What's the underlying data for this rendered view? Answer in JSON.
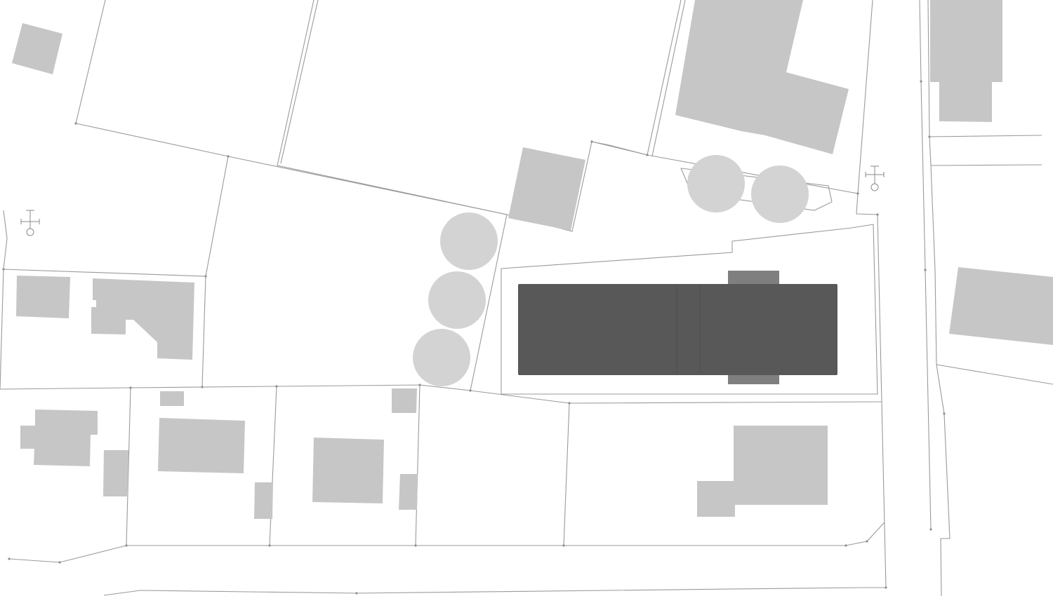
{
  "colors": {
    "background": "#ffffff",
    "parcel_line": "#9a9a9a",
    "neighbor_building": "#c6c6c6",
    "tree_canopy": "#d3d3d3",
    "project_building": "#585858",
    "project_annex": "#7f7f7f",
    "north_symbol": "#8a8a8a"
  },
  "icons": {
    "north_symbol": "north-arrow-icon"
  },
  "map": {
    "trees_count": 5,
    "neighbor_buildings_count": 19,
    "project_building_count": 1
  }
}
